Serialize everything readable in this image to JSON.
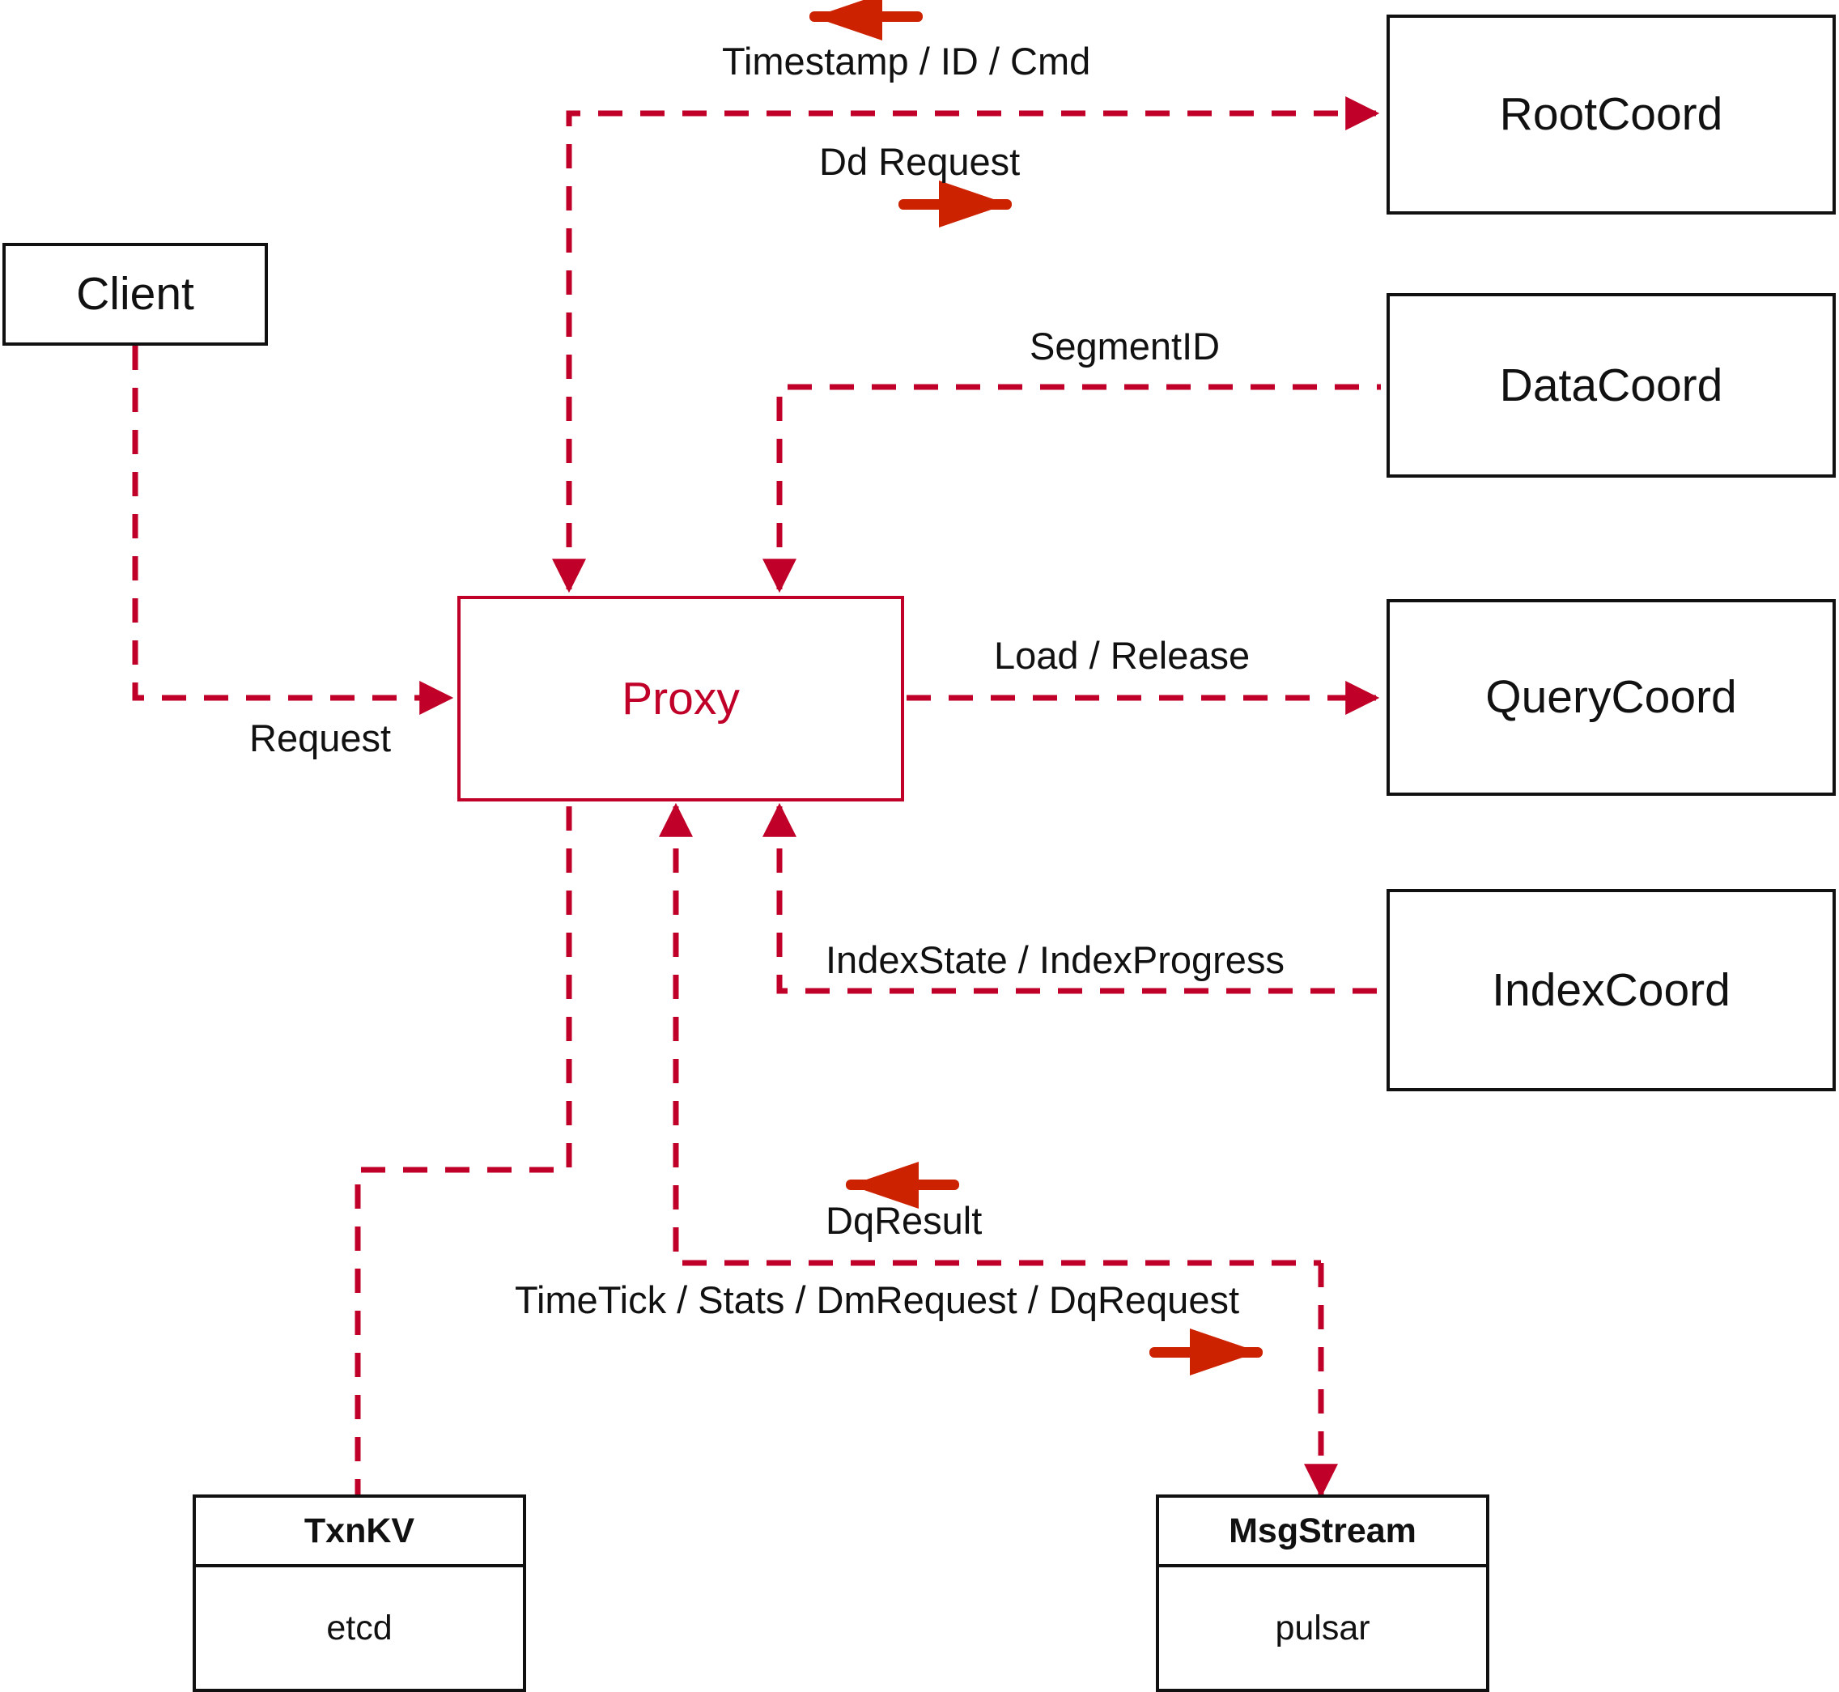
{
  "diagram": {
    "title": "Milvus Proxy interaction diagram",
    "colors": {
      "box_stroke": "#111111",
      "proxy_stroke": "#C00028",
      "proxy_text": "#C00028",
      "connector": "#C00028",
      "glyph_arrow": "#CC2200",
      "background": "#FFFFFF"
    }
  },
  "nodes": {
    "client": {
      "label": "Client"
    },
    "proxy": {
      "label": "Proxy"
    },
    "root_coord": {
      "label": "RootCoord"
    },
    "data_coord": {
      "label": "DataCoord"
    },
    "query_coord": {
      "label": "QueryCoord"
    },
    "index_coord": {
      "label": "IndexCoord"
    },
    "txnkv": {
      "header": "TxnKV",
      "body": "etcd"
    },
    "msgstream": {
      "header": "MsgStream",
      "body": "pulsar"
    }
  },
  "edges": [
    {
      "id": "timestamp-id-cmd",
      "label": "Timestamp / ID / Cmd",
      "from": "RootCoord",
      "to": "Proxy",
      "direction": "left"
    },
    {
      "id": "dd-request",
      "label": "Dd Request",
      "from": "Proxy",
      "to": "RootCoord",
      "direction": "right"
    },
    {
      "id": "segment-id",
      "label": "SegmentID",
      "from": "DataCoord",
      "to": "Proxy",
      "direction": "left"
    },
    {
      "id": "load-release",
      "label": "Load / Release",
      "from": "Proxy",
      "to": "QueryCoord",
      "direction": "right"
    },
    {
      "id": "index-state-progress",
      "label": "IndexState / IndexProgress",
      "from": "IndexCoord",
      "to": "Proxy",
      "direction": "left"
    },
    {
      "id": "request",
      "label": "Request",
      "from": "Client",
      "to": "Proxy",
      "direction": "right"
    },
    {
      "id": "dq-result",
      "label": "DqResult",
      "from": "MsgStream",
      "to": "Proxy",
      "direction": "left"
    },
    {
      "id": "timetick-stats-dmrequest-dqrequest",
      "label": "TimeTick / Stats / DmRequest / DqRequest",
      "from": "Proxy",
      "to": "MsgStream",
      "direction": "right"
    }
  ],
  "glyph_arrows": [
    {
      "id": "timestamp-arrow",
      "points": "left"
    },
    {
      "id": "dd-request-arrow",
      "points": "right"
    },
    {
      "id": "dq-result-arrow",
      "points": "left"
    },
    {
      "id": "timetick-arrow",
      "points": "right"
    }
  ]
}
